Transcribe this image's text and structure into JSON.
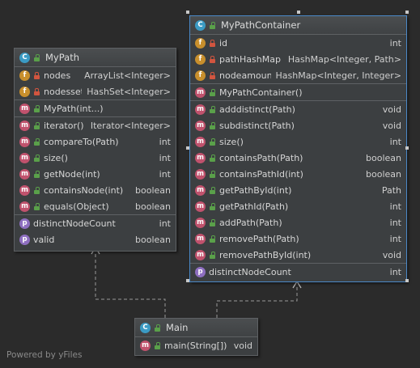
{
  "classes": {
    "mypath": {
      "title": "MyPath",
      "fields": [
        {
          "name": "nodes",
          "type": "ArrayList<Integer>"
        },
        {
          "name": "nodesset",
          "type": "HashSet<Integer>"
        }
      ],
      "constructors": [
        {
          "name": "MyPath(int...)",
          "type": ""
        }
      ],
      "methods": [
        {
          "name": "iterator()",
          "type": "Iterator<Integer>"
        },
        {
          "name": "compareTo(Path)",
          "type": "int"
        },
        {
          "name": "size()",
          "type": "int"
        },
        {
          "name": "getNode(int)",
          "type": "int"
        },
        {
          "name": "containsNode(int)",
          "type": "boolean"
        },
        {
          "name": "equals(Object)",
          "type": "boolean"
        }
      ],
      "properties": [
        {
          "name": "distinctNodeCount",
          "type": "int"
        },
        {
          "name": "valid",
          "type": "boolean"
        }
      ]
    },
    "mypathcontainer": {
      "title": "MyPathContainer",
      "fields": [
        {
          "name": "id",
          "type": "int"
        },
        {
          "name": "pathHashMap",
          "type": "HashMap<Integer, Path>"
        },
        {
          "name": "nodeamount",
          "type": "HashMap<Integer, Integer>"
        }
      ],
      "constructors": [
        {
          "name": "MyPathContainer()",
          "type": ""
        }
      ],
      "methods": [
        {
          "name": "adddistinct(Path)",
          "type": "void"
        },
        {
          "name": "subdistinct(Path)",
          "type": "void"
        },
        {
          "name": "size()",
          "type": "int"
        },
        {
          "name": "containsPath(Path)",
          "type": "boolean"
        },
        {
          "name": "containsPathId(int)",
          "type": "boolean"
        },
        {
          "name": "getPathById(int)",
          "type": "Path"
        },
        {
          "name": "getPathId(Path)",
          "type": "int"
        },
        {
          "name": "addPath(Path)",
          "type": "int"
        },
        {
          "name": "removePath(Path)",
          "type": "int"
        },
        {
          "name": "removePathById(int)",
          "type": "void"
        }
      ],
      "properties": [
        {
          "name": "distinctNodeCount",
          "type": "int"
        }
      ]
    },
    "main": {
      "title": "Main",
      "methods": [
        {
          "name": "main(String[])",
          "type": "void"
        }
      ]
    }
  },
  "icons": {
    "class": "C",
    "field": "f",
    "method": "m",
    "property": "p"
  },
  "footer": "Powered by yFiles",
  "colors": {
    "background": "#2b2b2b",
    "node": "#3c3f41",
    "selected_border": "#4a88c7",
    "class_icon": "#3b9bc4",
    "field_icon": "#c88f2c",
    "method_icon": "#c0526d",
    "property_icon": "#8e6fc0"
  }
}
